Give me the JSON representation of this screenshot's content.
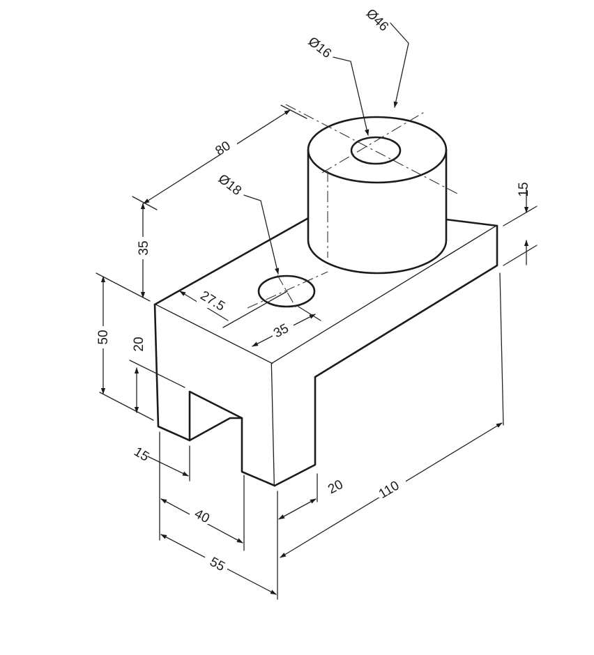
{
  "dimensions": {
    "d_boss": "Ø46",
    "d_boss_hole": "Ø16",
    "length_80": "80",
    "d_plate_hole": "Ø18",
    "height_35": "35",
    "thickness_15": "15",
    "height_50": "50",
    "slot_20": "20",
    "offset_27_5": "27.5",
    "hole_35": "35",
    "slot_15": "15",
    "width_40": "40",
    "width_55": "55",
    "leg_20": "20",
    "length_110": "110"
  }
}
